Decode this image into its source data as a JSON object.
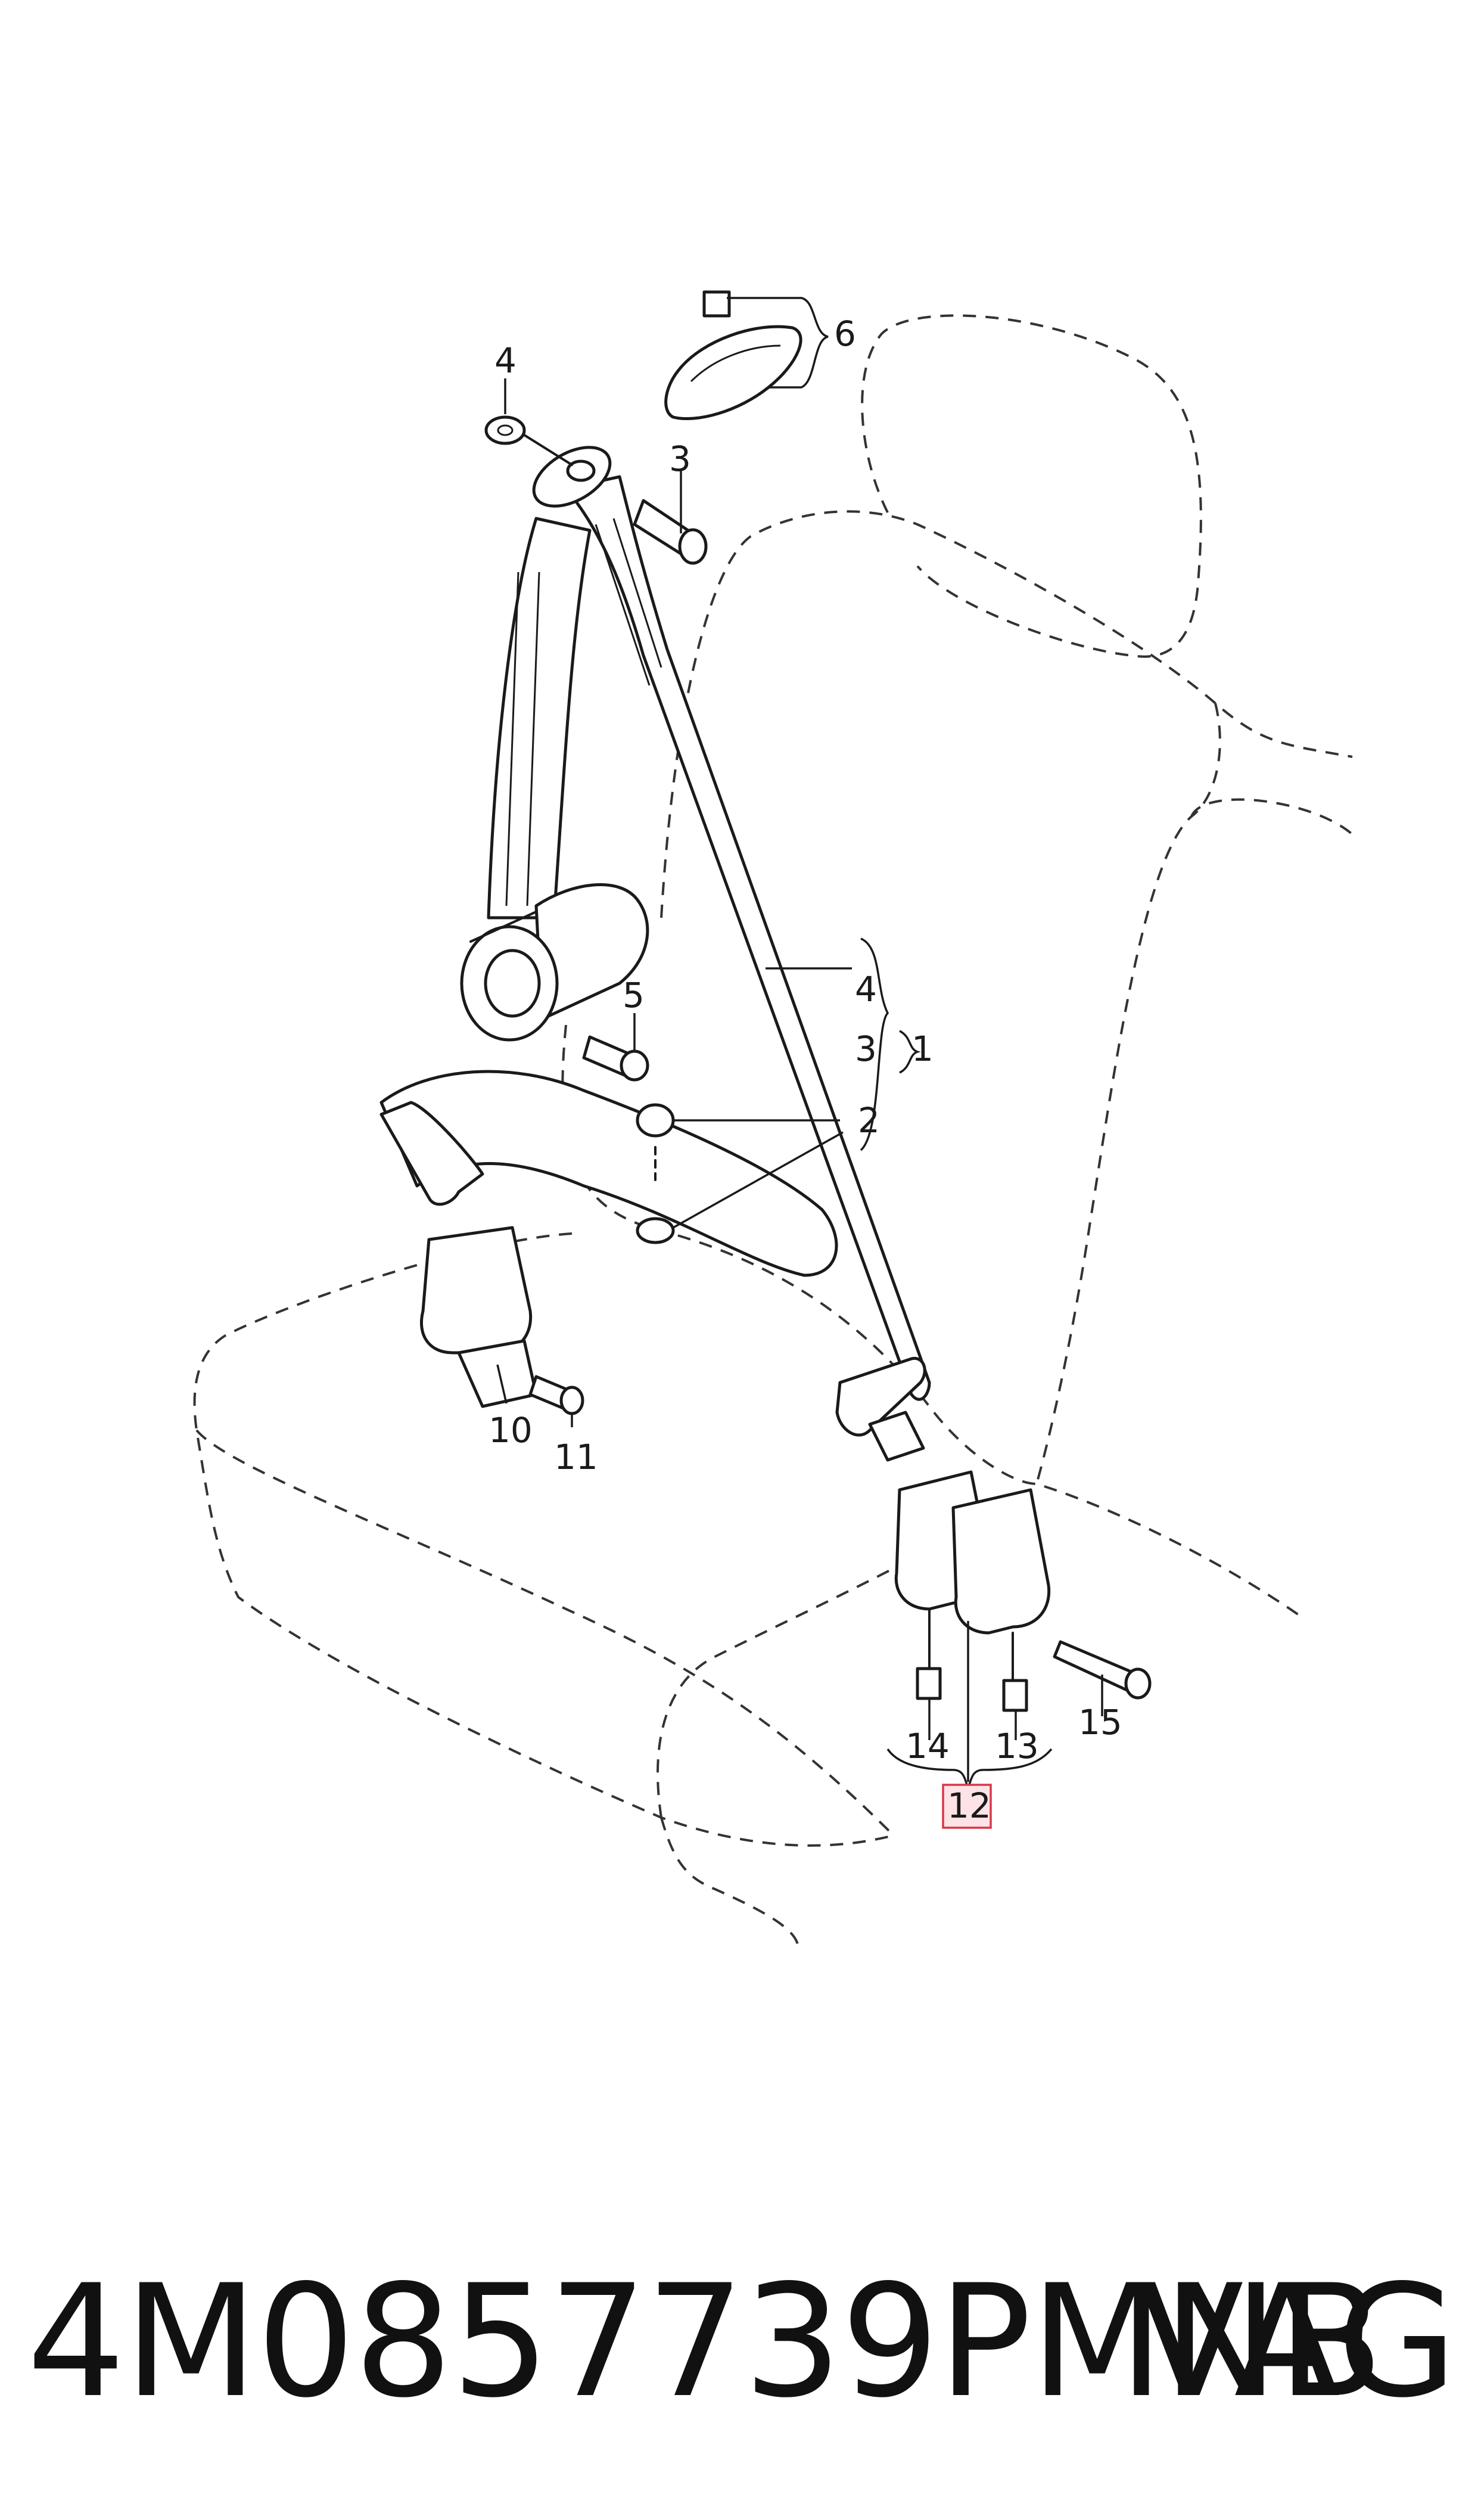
{
  "callouts": {
    "c1": "1",
    "c2": "2",
    "c3_top": "3",
    "c3_group": "3",
    "c4_top": "4",
    "c4_group": "4",
    "c5": "5",
    "c6": "6",
    "c10": "10",
    "c11": "11",
    "c12": "12",
    "c13": "13",
    "c14": "14",
    "c15": "15"
  },
  "highlighted_callout": "12",
  "footer": {
    "part_number": "4M0857739PMNB",
    "brand": "VAG"
  },
  "colors": {
    "line": "#1a1a1a",
    "highlight_fill": "#fde3e6",
    "highlight_stroke": "#d9364a",
    "seat_outline": "#333333"
  }
}
